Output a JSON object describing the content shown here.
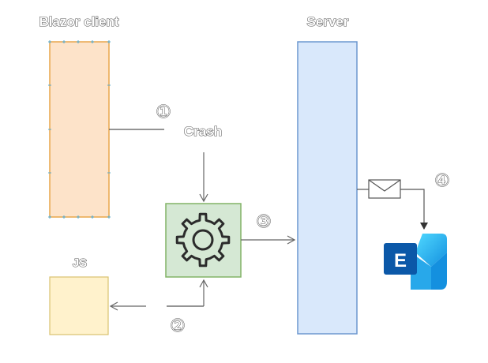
{
  "labels": {
    "blazor_client": "Blazor client",
    "server": "Server",
    "js": "JS",
    "crash": "Crash"
  },
  "steps": {
    "step1": "①",
    "step2": "②",
    "step3": "③",
    "step4": "④"
  },
  "icons": {
    "gear": "gear-icon",
    "mail": "envelope-icon",
    "exchange": "exchange-logo",
    "exchange_letter": "E"
  },
  "colors": {
    "blazor_fill": "#fde3c9",
    "blazor_stroke": "#e8a64a",
    "server_fill": "#d9e8fb",
    "server_stroke": "#6c97cf",
    "js_fill": "#fff2cc",
    "js_stroke": "#d8c26f",
    "gear_box_fill": "#d5e8d4",
    "gear_box_stroke": "#82b366",
    "exchange_dark": "#0b58a8",
    "exchange_mid": "#1490df",
    "exchange_light": "#50d9ff"
  }
}
